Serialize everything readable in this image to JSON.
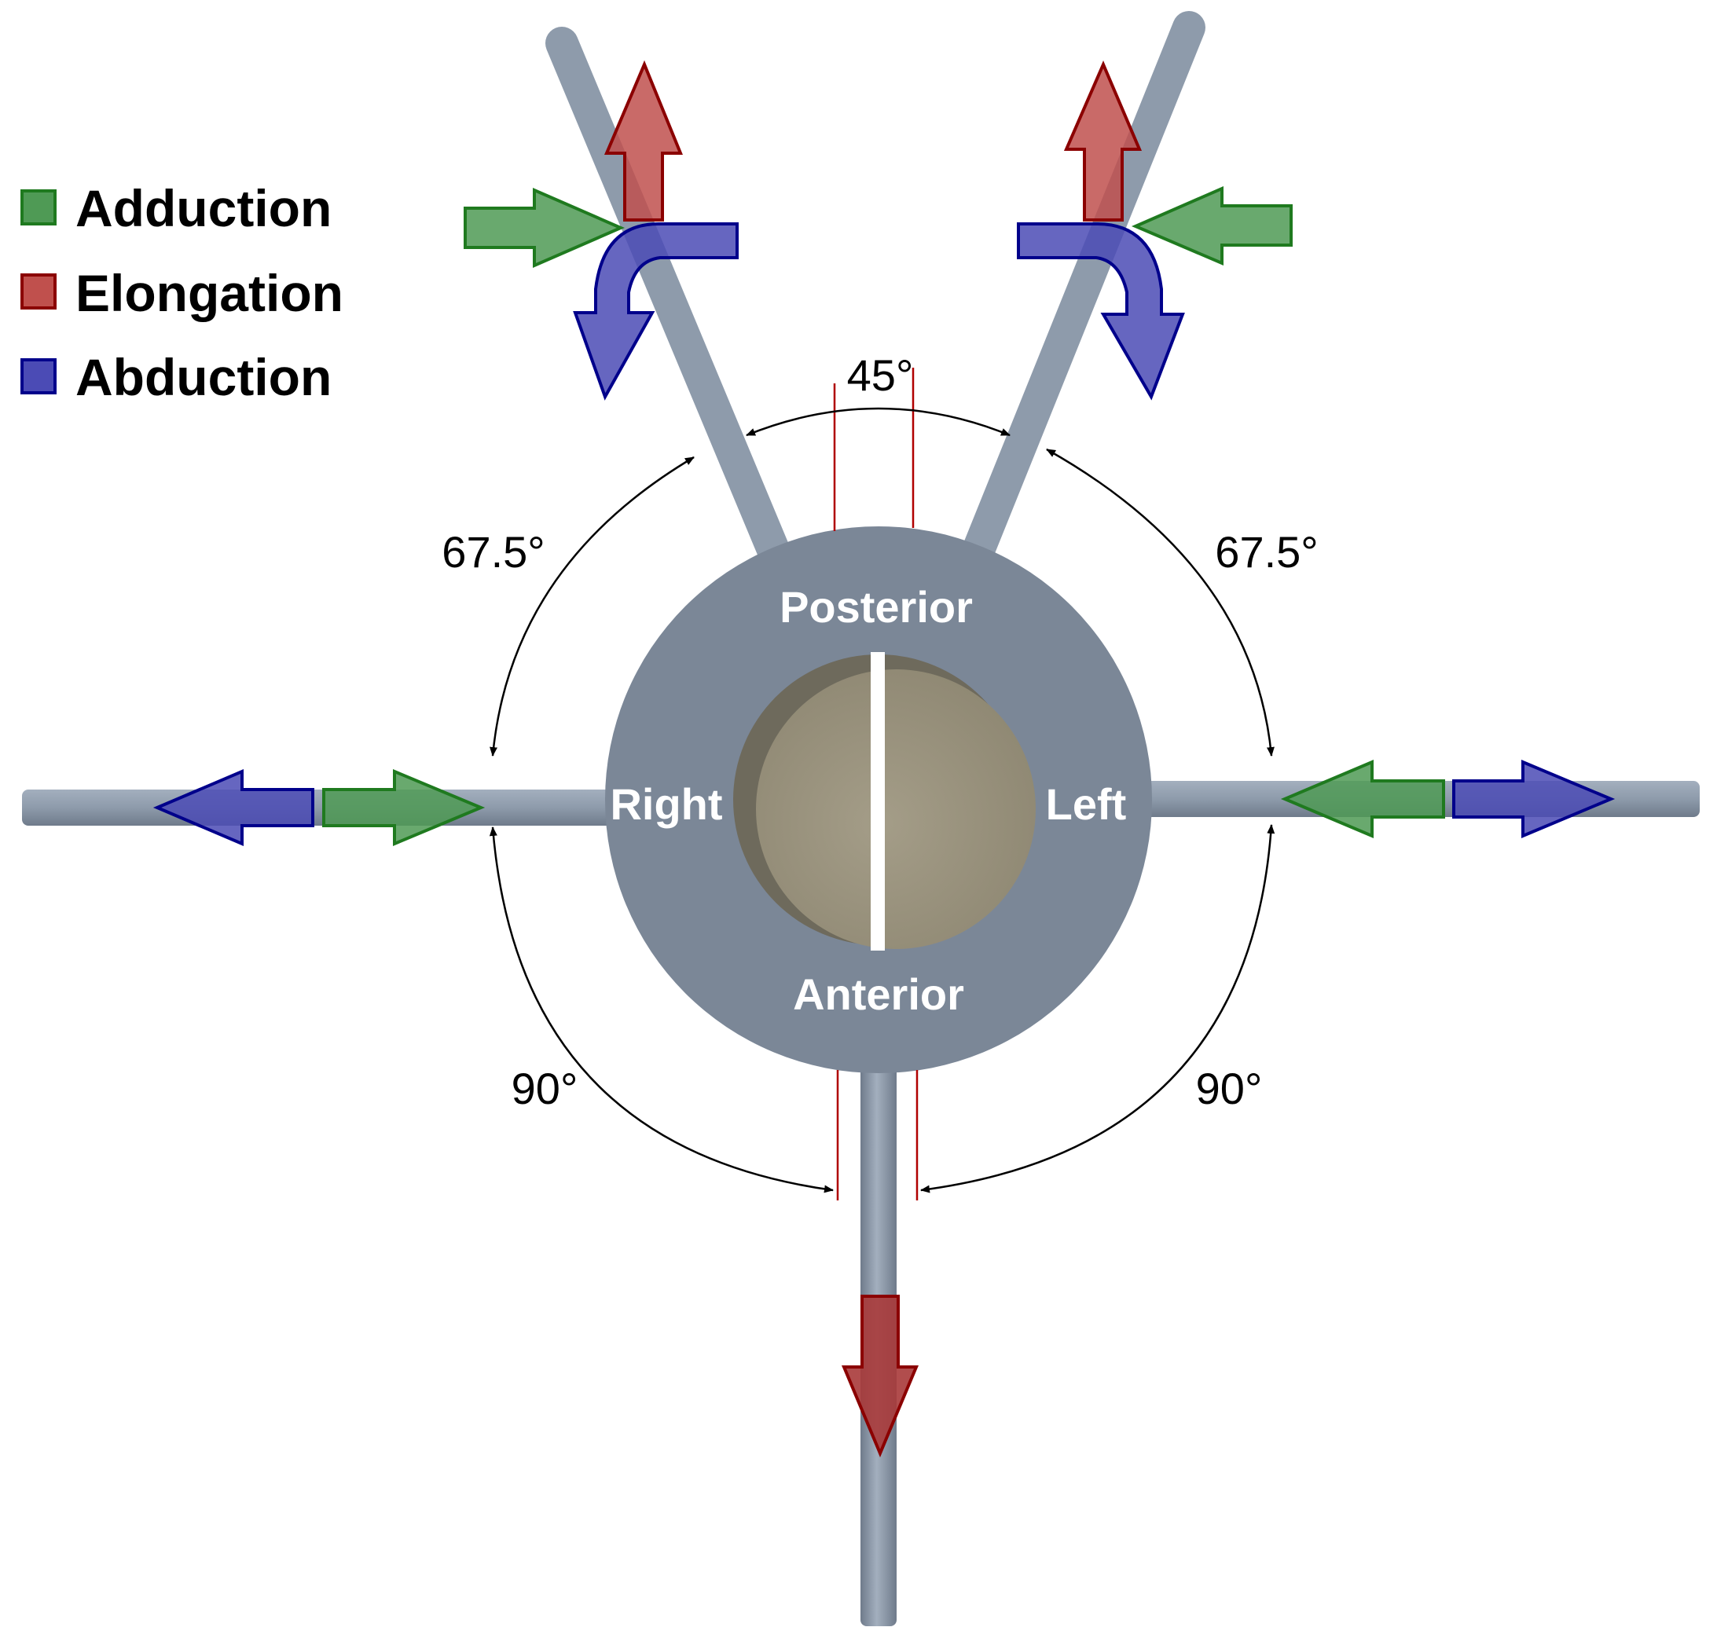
{
  "legend": {
    "adduction": {
      "label": "Adduction",
      "fill": "#4f9a55",
      "stroke": "#1f7a1f"
    },
    "elongation": {
      "label": "Elongation",
      "fill": "#c0504d",
      "stroke": "#8b0000"
    },
    "abduction": {
      "label": "Abduction",
      "fill": "#4b4bb5",
      "stroke": "#00008b"
    }
  },
  "ring": {
    "top_label": "Posterior",
    "bottom_label": "Anterior",
    "left_label": "Right",
    "right_label": "Left",
    "color": "#7b8797",
    "disc_color": "#9c9580"
  },
  "angles": {
    "top": "45°",
    "upper_left": "67.5°",
    "upper_right": "67.5°",
    "lower_left": "90°",
    "lower_right": "90°"
  },
  "colors": {
    "rod": "#8e9bab",
    "reference_line": "#b00000",
    "dimension_line": "#000000"
  }
}
